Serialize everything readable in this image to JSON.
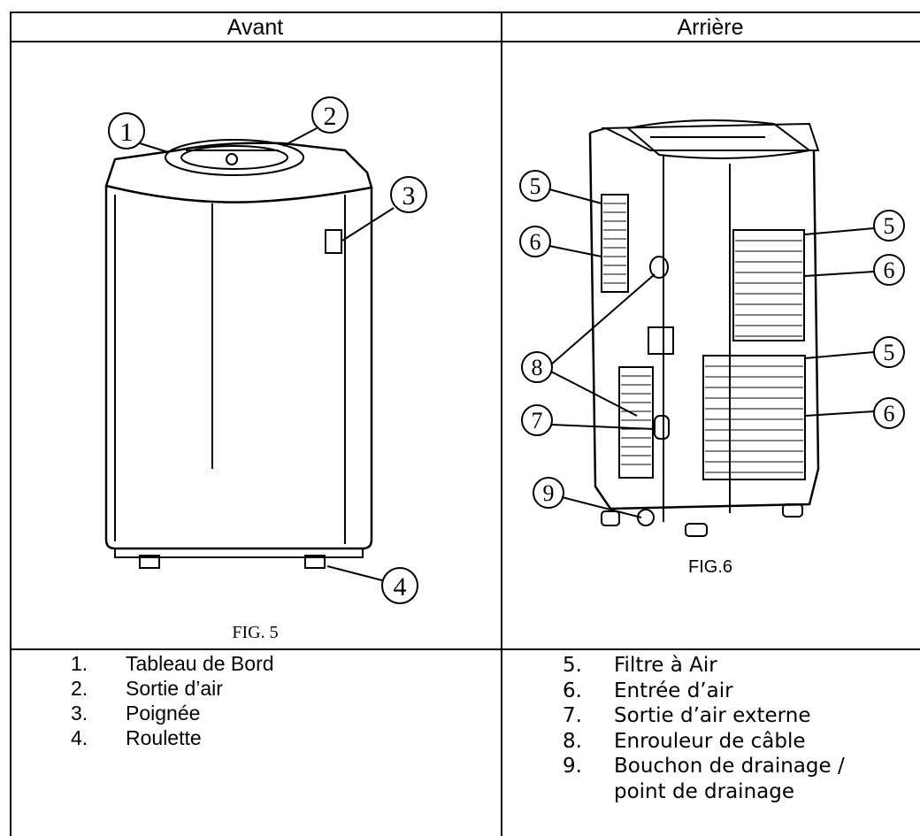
{
  "headers": {
    "front": "Avant",
    "back": "Arrière"
  },
  "figures": {
    "front_caption": "FIG. 5",
    "back_caption": "FIG.6",
    "front_callouts": [
      "1",
      "2",
      "3",
      "4"
    ],
    "back_callouts": [
      "5",
      "6",
      "8",
      "7",
      "9",
      "5",
      "6",
      "5",
      "6"
    ]
  },
  "front_list": [
    {
      "num": "1.",
      "label": "Tableau de Bord"
    },
    {
      "num": "2.",
      "label": "Sortie d’air"
    },
    {
      "num": "3.",
      "label": "Poignée"
    },
    {
      "num": "4.",
      "label": "Roulette"
    }
  ],
  "back_list": [
    {
      "num": "5.",
      "label": "Filtre à Air"
    },
    {
      "num": "6.",
      "label": "Entrée d’air"
    },
    {
      "num": "7.",
      "label": "Sortie d’air externe"
    },
    {
      "num": "8.",
      "label": "Enrouleur de câble"
    },
    {
      "num": "9.",
      "label": "Bouchon de drainage /",
      "label2": "point de drainage"
    }
  ]
}
